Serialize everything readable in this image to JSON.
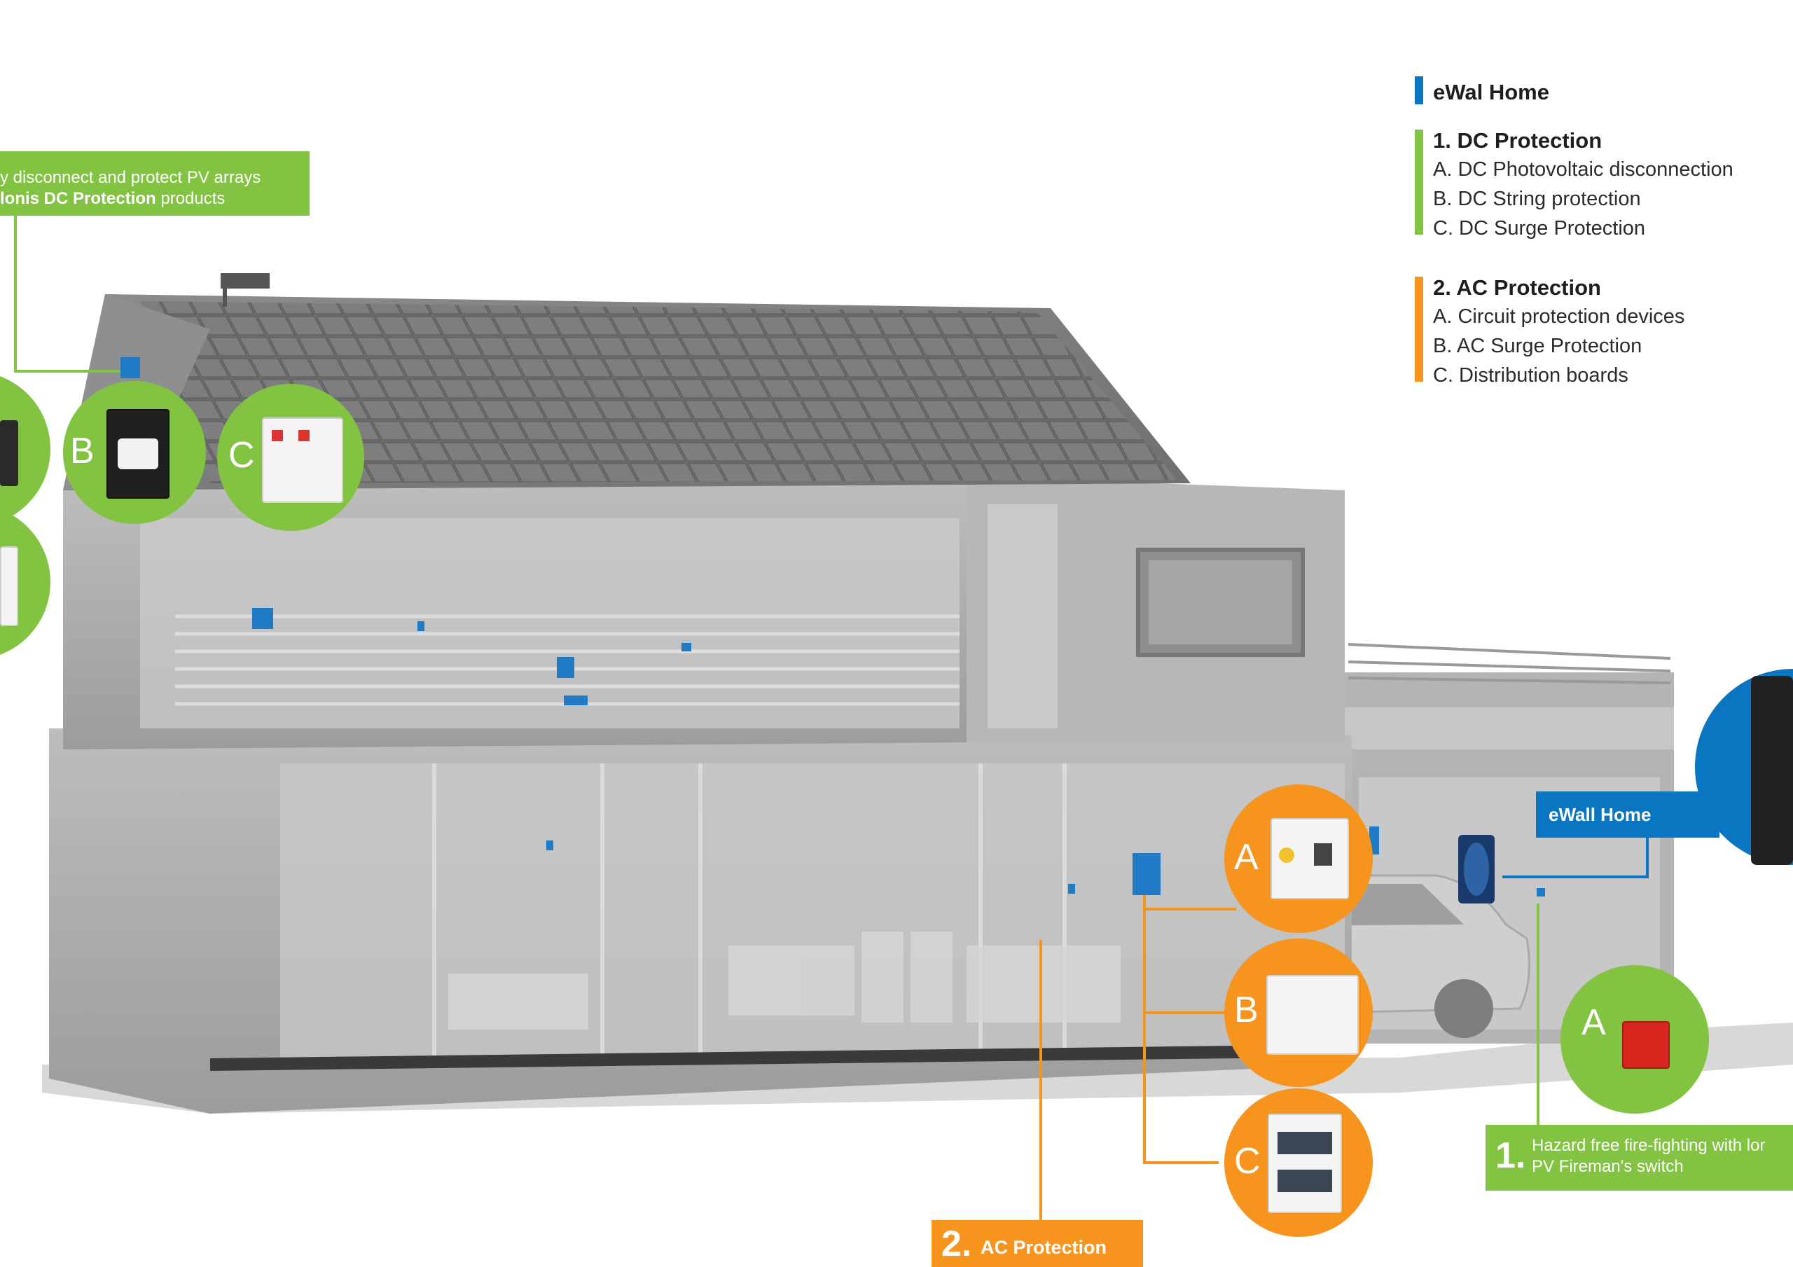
{
  "colors": {
    "dc_green": "#82c341",
    "ac_orange": "#f7941d",
    "ewall_blue": "#0a76c1",
    "house_grey": "#a9a9a9"
  },
  "legend": {
    "ewal_title": "eWal  Home",
    "dc": {
      "title": "1. DC Protection",
      "items": [
        "A. DC Photovoltaic disconnection",
        "B. DC String protection",
        "C. DC Surge Protection"
      ]
    },
    "ac": {
      "title": "2. AC Protection",
      "items": [
        "A. Circuit protection devices",
        "B. AC Surge Protection",
        "C. Distribution boards"
      ]
    }
  },
  "dc_callout": {
    "line1": "y disconnect and protect PV arrays",
    "line2_bold": "lonis DC Protection",
    "line2_rest": " products"
  },
  "ac_callout": {
    "number": "2.",
    "label": "AC Protection"
  },
  "fire_callout": {
    "number": "1.",
    "line1": "Hazard free fire-fighting with lor",
    "line2": "PV Fireman's switch"
  },
  "ewall_callout": {
    "label": "eWall Home"
  },
  "badges": {
    "dc_b": "B",
    "dc_c": "C",
    "ac_a": "A",
    "ac_b": "B",
    "ac_c": "C",
    "fire_a": "A"
  },
  "icons": {
    "rotary_switch": "rotary-isolator-icon",
    "surge_protector": "surge-protector-icon",
    "rcd": "rcd-breaker-icon",
    "distribution_board": "distribution-board-icon",
    "fireman_switch": "fireman-switch-icon"
  }
}
